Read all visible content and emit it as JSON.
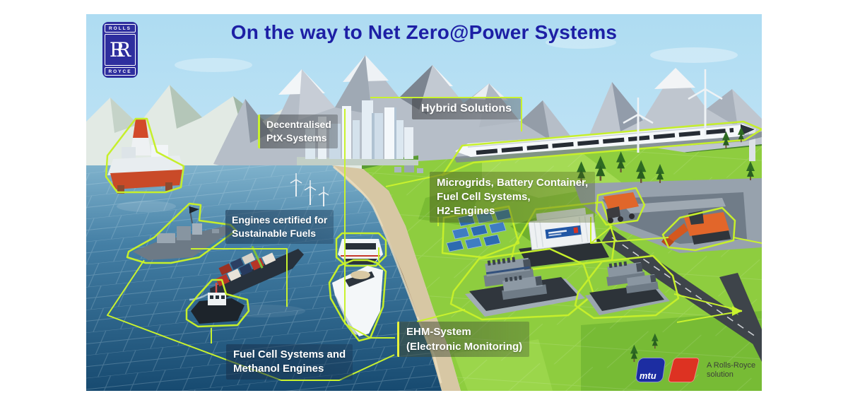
{
  "title": "On the way to Net Zero@Power Systems",
  "rolls_royce_badge": {
    "top": "ROLLS",
    "monogram_left": "R",
    "monogram_right": "R",
    "bottom": "ROYCE"
  },
  "callouts": {
    "decentralised_ptx": {
      "lines": [
        "Decentralised",
        "PtX-Systems"
      ]
    },
    "hybrid_solutions": {
      "lines": [
        "Hybrid Solutions"
      ]
    },
    "microgrids": {
      "lines": [
        "Microgrids, Battery Container,",
        "Fuel Cell Systems,",
        "H2-Engines"
      ]
    },
    "engines_certified": {
      "lines": [
        "Engines certified for",
        "Sustainable Fuels"
      ]
    },
    "fuel_cell_methanol": {
      "lines": [
        "Fuel Cell Systems and",
        "Methanol Engines"
      ]
    },
    "ehm_system": {
      "lines": [
        "EHM-System",
        "(Electronic Monitoring)"
      ]
    }
  },
  "footer": {
    "mtu_logo_text": "mtu",
    "tagline_lines": [
      "A Rolls-Royce",
      "solution"
    ]
  },
  "colors": {
    "title_blue": "#1d1fa5",
    "badge_blue": "#2e2e9e",
    "highlight_lime": "#c9f22e",
    "mtu_blue": "#1c2da2",
    "mtu_red": "#dd3222"
  },
  "scene_objects": [
    "oil-rig",
    "naval-frigate",
    "container-ship",
    "tugboat",
    "passenger-ferry",
    "yacht",
    "city-skyline",
    "coast-wind-turbines",
    "high-speed-train",
    "wind-turbines",
    "solar-panel-array",
    "battery-container-plant",
    "genset-plant-left",
    "genset-plant-right",
    "mining-truck",
    "excavator",
    "quarry",
    "road",
    "mountains",
    "sea-grid",
    "green-fields",
    "pine-trees"
  ]
}
